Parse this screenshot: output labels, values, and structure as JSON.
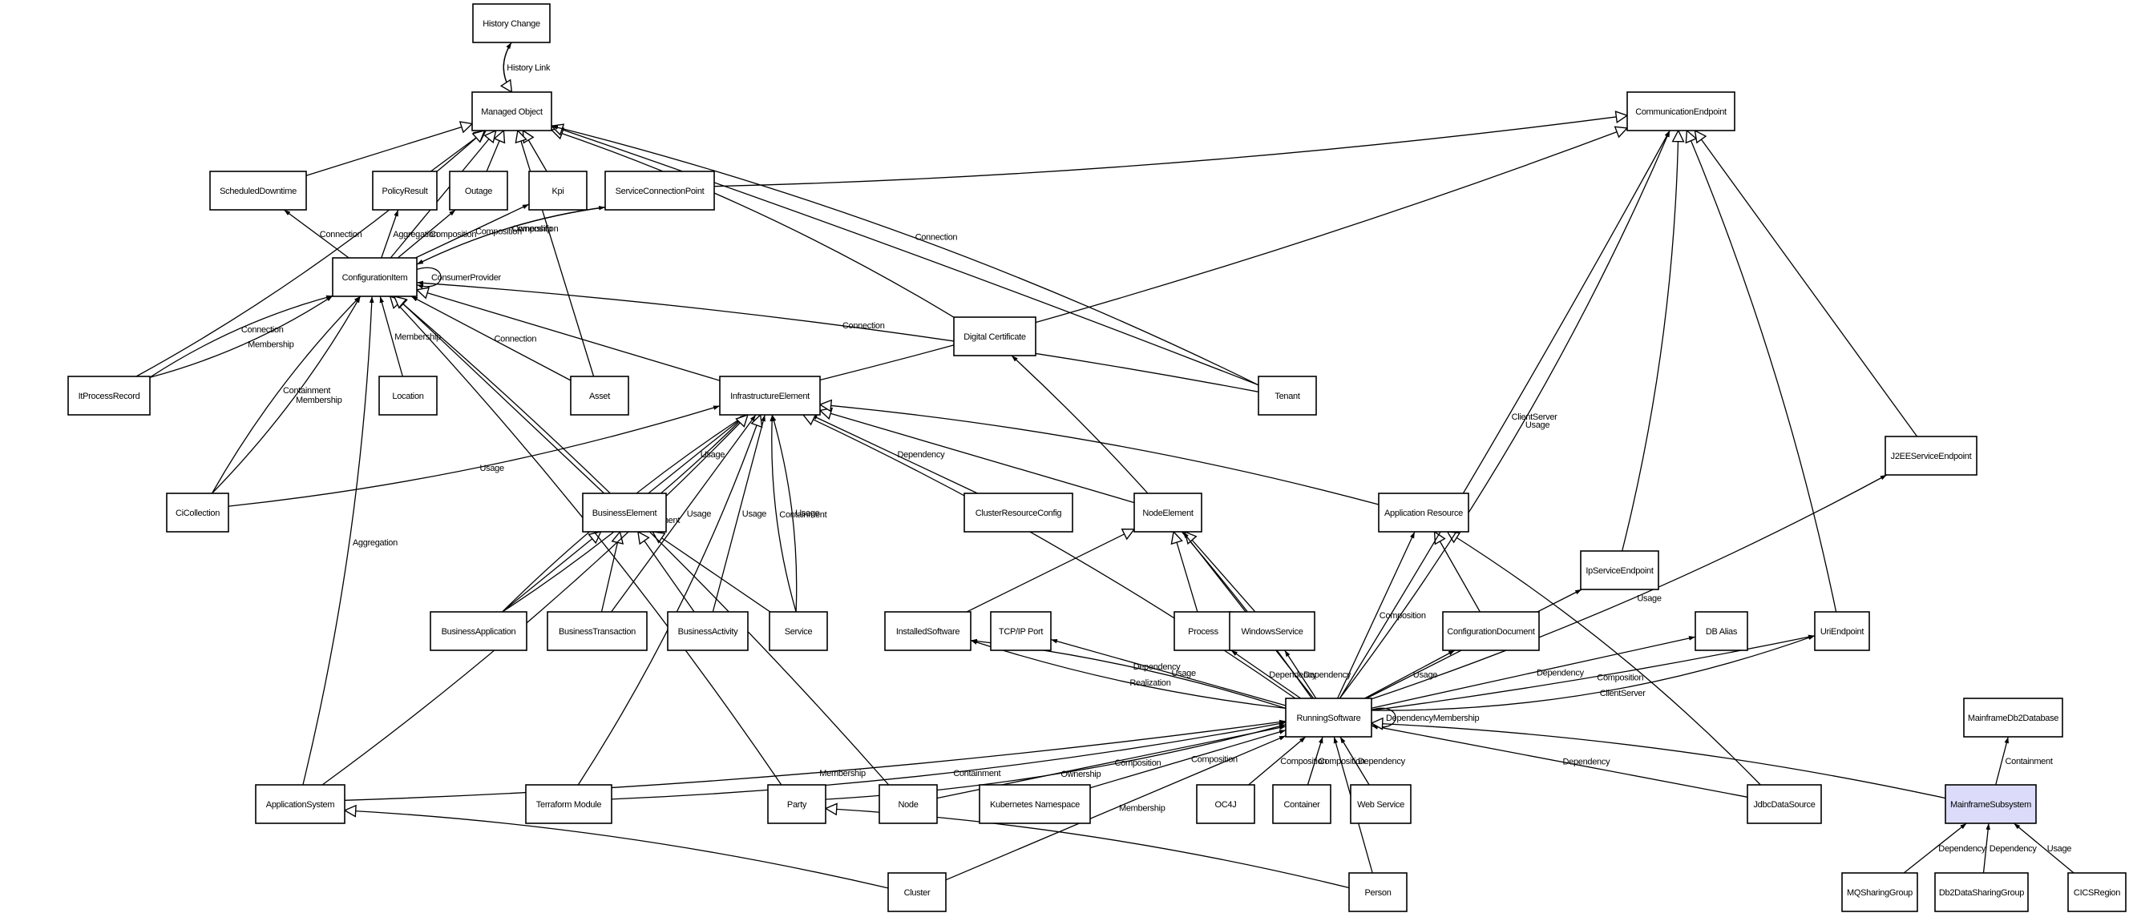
{
  "title": "CMDB Class Model",
  "highlight_color": "#dcdcfa",
  "nodes": [
    {
      "id": "history_change",
      "label": "History Change"
    },
    {
      "id": "managed_object",
      "label": "Managed Object"
    },
    {
      "id": "scheduled_downtime",
      "label": "ScheduledDowntime"
    },
    {
      "id": "policy_result",
      "label": "PolicyResult"
    },
    {
      "id": "outage",
      "label": "Outage"
    },
    {
      "id": "kpi",
      "label": "Kpi"
    },
    {
      "id": "service_connection_point",
      "label": "ServiceConnectionPoint"
    },
    {
      "id": "communication_endpoint",
      "label": "CommunicationEndpoint"
    },
    {
      "id": "configuration_item",
      "label": "ConfigurationItem"
    },
    {
      "id": "it_process_record",
      "label": "ItProcessRecord"
    },
    {
      "id": "location",
      "label": "Location"
    },
    {
      "id": "asset",
      "label": "Asset"
    },
    {
      "id": "infrastructure_element",
      "label": "InfrastructureElement"
    },
    {
      "id": "digital_certificate",
      "label": "Digital Certificate"
    },
    {
      "id": "tenant",
      "label": "Tenant"
    },
    {
      "id": "j2ee_service_endpoint",
      "label": "J2EEServiceEndpoint"
    },
    {
      "id": "ci_collection",
      "label": "CiCollection"
    },
    {
      "id": "business_element",
      "label": "BusinessElement"
    },
    {
      "id": "cluster_resource_config",
      "label": "ClusterResourceConfig"
    },
    {
      "id": "node_element",
      "label": "NodeElement"
    },
    {
      "id": "application_resource",
      "label": "Application Resource"
    },
    {
      "id": "ip_service_endpoint",
      "label": "IpServiceEndpoint"
    },
    {
      "id": "business_application",
      "label": "BusinessApplication"
    },
    {
      "id": "business_transaction",
      "label": "BusinessTransaction"
    },
    {
      "id": "business_activity",
      "label": "BusinessActivity"
    },
    {
      "id": "service",
      "label": "Service"
    },
    {
      "id": "installed_software",
      "label": "InstalledSoftware"
    },
    {
      "id": "tcpip_port",
      "label": "TCP/IP Port"
    },
    {
      "id": "process",
      "label": "Process"
    },
    {
      "id": "windows_service",
      "label": "WindowsService"
    },
    {
      "id": "configuration_document",
      "label": "ConfigurationDocument"
    },
    {
      "id": "db_alias",
      "label": "DB Alias"
    },
    {
      "id": "uri_endpoint",
      "label": "UriEndpoint"
    },
    {
      "id": "running_software",
      "label": "RunningSoftware"
    },
    {
      "id": "mainframe_db2_database",
      "label": "MainframeDb2Database"
    },
    {
      "id": "application_system",
      "label": "ApplicationSystem"
    },
    {
      "id": "terraform_module",
      "label": "Terraform Module"
    },
    {
      "id": "party",
      "label": "Party"
    },
    {
      "id": "node",
      "label": "Node"
    },
    {
      "id": "kubernetes_namespace",
      "label": "Kubernetes Namespace"
    },
    {
      "id": "oc4j",
      "label": "OC4J"
    },
    {
      "id": "container",
      "label": "Container"
    },
    {
      "id": "web_service",
      "label": "Web Service"
    },
    {
      "id": "jdbc_data_source",
      "label": "JdbcDataSource"
    },
    {
      "id": "mainframe_subsystem",
      "label": "MainframeSubsystem",
      "highlight": true
    },
    {
      "id": "cluster",
      "label": "Cluster"
    },
    {
      "id": "person",
      "label": "Person"
    },
    {
      "id": "mq_sharing_group",
      "label": "MQSharingGroup"
    },
    {
      "id": "db2_data_sharing_group",
      "label": "Db2DataSharingGroup"
    },
    {
      "id": "cics_region",
      "label": "CICSRegion"
    }
  ],
  "edges": [
    {
      "from": "managed_object",
      "to": "history_change",
      "label": "History Link",
      "kind": "association"
    },
    {
      "from": "history_change",
      "to": "managed_object",
      "label": "",
      "kind": "inheritance"
    },
    {
      "from": "scheduled_downtime",
      "to": "managed_object",
      "label": "",
      "kind": "inheritance"
    },
    {
      "from": "policy_result",
      "to": "managed_object",
      "label": "",
      "kind": "inheritance"
    },
    {
      "from": "outage",
      "to": "managed_object",
      "label": "",
      "kind": "inheritance"
    },
    {
      "from": "kpi",
      "to": "managed_object",
      "label": "",
      "kind": "inheritance"
    },
    {
      "from": "configuration_item",
      "to": "managed_object",
      "label": "",
      "kind": "inheritance"
    },
    {
      "from": "it_process_record",
      "to": "managed_object",
      "label": "",
      "kind": "inheritance"
    },
    {
      "from": "asset",
      "to": "managed_object",
      "label": "",
      "kind": "inheritance"
    },
    {
      "from": "digital_certificate",
      "to": "managed_object",
      "label": "",
      "kind": "inheritance"
    },
    {
      "from": "tenant",
      "to": "managed_object",
      "label": "",
      "kind": "inheritance"
    },
    {
      "from": "service_connection_point",
      "to": "communication_endpoint",
      "label": "",
      "kind": "inheritance"
    },
    {
      "from": "configuration_item",
      "to": "scheduled_downtime",
      "label": "Connection",
      "kind": "association"
    },
    {
      "from": "configuration_item",
      "to": "policy_result",
      "label": "Aggregation",
      "kind": "association"
    },
    {
      "from": "configuration_item",
      "to": "outage",
      "label": "Composition",
      "kind": "association"
    },
    {
      "from": "configuration_item",
      "to": "kpi",
      "label": "Composition",
      "kind": "association"
    },
    {
      "from": "configuration_item",
      "to": "service_connection_point",
      "label": "Ownership",
      "kind": "association"
    },
    {
      "from": "service_connection_point",
      "to": "configuration_item",
      "label": "Composition",
      "kind": "association"
    },
    {
      "from": "configuration_item",
      "to": "configuration_item",
      "label": "ConsumerProvider",
      "kind": "self"
    },
    {
      "from": "it_process_record",
      "to": "configuration_item",
      "label": "Connection",
      "kind": "association"
    },
    {
      "from": "it_process_record",
      "to": "configuration_item",
      "label": "Membership",
      "kind": "association"
    },
    {
      "from": "ci_collection",
      "to": "configuration_item",
      "label": "Containment",
      "kind": "association"
    },
    {
      "from": "ci_collection",
      "to": "configuration_item",
      "label": "Membership",
      "kind": "association"
    },
    {
      "from": "location",
      "to": "configuration_item",
      "label": "Membership",
      "kind": "association"
    },
    {
      "from": "asset",
      "to": "configuration_item",
      "label": "Connection",
      "kind": "association"
    },
    {
      "from": "tenant",
      "to": "configuration_item",
      "label": "Connection",
      "kind": "association"
    },
    {
      "from": "tenant",
      "to": "managed_object",
      "label": "Connection",
      "kind": "association"
    },
    {
      "from": "infrastructure_element",
      "to": "configuration_item",
      "label": "",
      "kind": "inheritance"
    },
    {
      "from": "infrastructure_element",
      "to": "communication_endpoint",
      "label": "",
      "kind": "inheritance"
    },
    {
      "from": "ci_collection",
      "to": "infrastructure_element",
      "label": "Usage",
      "kind": "association"
    },
    {
      "from": "business_element",
      "to": "configuration_item",
      "label": "",
      "kind": "inheritance"
    },
    {
      "from": "business_element",
      "to": "infrastructure_element",
      "label": "Usage",
      "kind": "association"
    },
    {
      "from": "business_application",
      "to": "business_element",
      "label": "",
      "kind": "inheritance"
    },
    {
      "from": "business_transaction",
      "to": "business_element",
      "label": "",
      "kind": "inheritance"
    },
    {
      "from": "business_activity",
      "to": "business_element",
      "label": "",
      "kind": "inheritance"
    },
    {
      "from": "service",
      "to": "business_element",
      "label": "",
      "kind": "inheritance"
    },
    {
      "from": "business_application",
      "to": "infrastructure_element",
      "label": "Usage",
      "kind": "association"
    },
    {
      "from": "business_application",
      "to": "infrastructure_element",
      "label": "Containment",
      "kind": "association"
    },
    {
      "from": "business_transaction",
      "to": "infrastructure_element",
      "label": "Usage",
      "kind": "association"
    },
    {
      "from": "business_activity",
      "to": "infrastructure_element",
      "label": "Usage",
      "kind": "association"
    },
    {
      "from": "service",
      "to": "infrastructure_element",
      "label": "Containment",
      "kind": "association"
    },
    {
      "from": "service",
      "to": "infrastructure_element",
      "label": "Usage",
      "kind": "association"
    },
    {
      "from": "cluster_resource_config",
      "to": "infrastructure_element",
      "label": "Dependency",
      "kind": "association"
    },
    {
      "from": "node_element",
      "to": "infrastructure_element",
      "label": "",
      "kind": "inheritance"
    },
    {
      "from": "application_resource",
      "to": "infrastructure_element",
      "label": "",
      "kind": "inheritance"
    },
    {
      "from": "running_software",
      "to": "infrastructure_element",
      "label": "",
      "kind": "inheritance"
    },
    {
      "from": "running_software",
      "to": "digital_certificate",
      "label": "Usage",
      "kind": "association"
    },
    {
      "from": "application_system",
      "to": "configuration_item",
      "label": "Aggregation",
      "kind": "association"
    },
    {
      "from": "application_system",
      "to": "infrastructure_element",
      "label": "",
      "kind": "inheritance"
    },
    {
      "from": "terraform_module",
      "to": "infrastructure_element",
      "label": "",
      "kind": "inheritance"
    },
    {
      "from": "party",
      "to": "configuration_item",
      "label": "",
      "kind": "inheritance"
    },
    {
      "from": "node",
      "to": "configuration_item",
      "label": "",
      "kind": "inheritance"
    },
    {
      "from": "installed_software",
      "to": "node_element",
      "label": "",
      "kind": "inheritance"
    },
    {
      "from": "process",
      "to": "node_element",
      "label": "",
      "kind": "inheritance"
    },
    {
      "from": "windows_service",
      "to": "node_element",
      "label": "",
      "kind": "inheritance"
    },
    {
      "from": "running_software",
      "to": "node_element",
      "label": "Usage",
      "kind": "association"
    },
    {
      "from": "running_software",
      "to": "installed_software",
      "label": "Realization",
      "kind": "association"
    },
    {
      "from": "running_software",
      "to": "installed_software",
      "label": "Dependency",
      "kind": "association"
    },
    {
      "from": "running_software",
      "to": "tcpip_port",
      "label": "Usage",
      "kind": "association"
    },
    {
      "from": "running_software",
      "to": "process",
      "label": "Dependency",
      "kind": "association"
    },
    {
      "from": "running_software",
      "to": "windows_service",
      "label": "Dependency",
      "kind": "association"
    },
    {
      "from": "running_software",
      "to": "application_resource",
      "label": "Composition",
      "kind": "association"
    },
    {
      "from": "configuration_document",
      "to": "application_resource",
      "label": "",
      "kind": "inheritance"
    },
    {
      "from": "jdbc_data_source",
      "to": "application_resource",
      "label": "",
      "kind": "inheritance"
    },
    {
      "from": "running_software",
      "to": "configuration_document",
      "label": "Usage",
      "kind": "association"
    },
    {
      "from": "running_software",
      "to": "ip_service_endpoint",
      "label": "Usage",
      "kind": "association"
    },
    {
      "from": "ip_service_endpoint",
      "to": "communication_endpoint",
      "label": "",
      "kind": "inheritance"
    },
    {
      "from": "running_software",
      "to": "communication_endpoint",
      "label": "ClientServer",
      "kind": "association"
    },
    {
      "from": "running_software",
      "to": "communication_endpoint",
      "label": "Usage",
      "kind": "association"
    },
    {
      "from": "running_software",
      "to": "db_alias",
      "label": "Dependency",
      "kind": "association"
    },
    {
      "from": "running_software",
      "to": "uri_endpoint",
      "label": "Composition",
      "kind": "association"
    },
    {
      "from": "running_software",
      "to": "uri_endpoint",
      "label": "ClientServer",
      "kind": "association"
    },
    {
      "from": "uri_endpoint",
      "to": "communication_endpoint",
      "label": "",
      "kind": "inheritance"
    },
    {
      "from": "j2ee_service_endpoint",
      "to": "communication_endpoint",
      "label": "",
      "kind": "inheritance"
    },
    {
      "from": "running_software",
      "to": "j2ee_service_endpoint",
      "label": "Usage",
      "kind": "association"
    },
    {
      "from": "running_software",
      "to": "running_software",
      "label": "DependencyMembership",
      "kind": "self"
    },
    {
      "from": "application_system",
      "to": "running_software",
      "label": "Membership",
      "kind": "association"
    },
    {
      "from": "terraform_module",
      "to": "running_software",
      "label": "Containment",
      "kind": "association"
    },
    {
      "from": "party",
      "to": "running_software",
      "label": "Ownership",
      "kind": "association"
    },
    {
      "from": "node",
      "to": "running_software",
      "label": "Composition",
      "kind": "association"
    },
    {
      "from": "kubernetes_namespace",
      "to": "running_software",
      "label": "Composition",
      "kind": "association"
    },
    {
      "from": "cluster",
      "to": "running_software",
      "label": "Membership",
      "kind": "association"
    },
    {
      "from": "oc4j",
      "to": "running_software",
      "label": "Composition",
      "kind": "association"
    },
    {
      "from": "container",
      "to": "running_software",
      "label": "Composition",
      "kind": "association"
    },
    {
      "from": "web_service",
      "to": "running_software",
      "label": "Dependency",
      "kind": "association"
    },
    {
      "from": "person",
      "to": "running_software",
      "label": "Ownership",
      "kind": "association"
    },
    {
      "from": "jdbc_data_source",
      "to": "running_software",
      "label": "Dependency",
      "kind": "association"
    },
    {
      "from": "mainframe_subsystem",
      "to": "running_software",
      "label": "",
      "kind": "inheritance"
    },
    {
      "from": "mainframe_subsystem",
      "to": "mainframe_db2_database",
      "label": "Containment",
      "kind": "association"
    },
    {
      "from": "cluster",
      "to": "application_system",
      "label": "",
      "kind": "inheritance"
    },
    {
      "from": "person",
      "to": "party",
      "label": "",
      "kind": "inheritance"
    },
    {
      "from": "mq_sharing_group",
      "to": "mainframe_subsystem",
      "label": "Dependency",
      "kind": "association"
    },
    {
      "from": "db2_data_sharing_group",
      "to": "mainframe_subsystem",
      "label": "Dependency",
      "kind": "association"
    },
    {
      "from": "cics_region",
      "to": "mainframe_subsystem",
      "label": "Usage",
      "kind": "association"
    }
  ]
}
